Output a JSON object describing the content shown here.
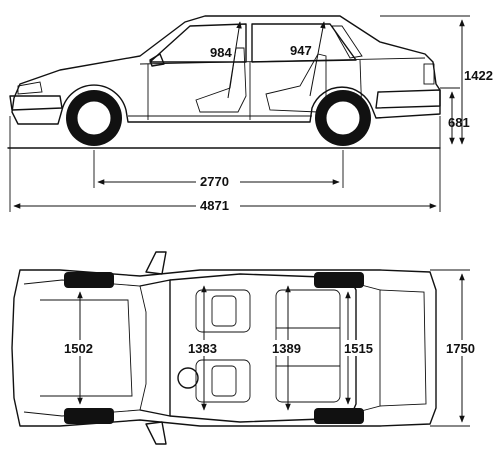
{
  "dimensions": {
    "front_headroom": "984",
    "rear_headroom": "947",
    "height": "1422",
    "ground_to_sill": "681",
    "wheelbase": "2770",
    "length": "4871",
    "front_track": "1502",
    "front_shoulder": "1383",
    "rear_shoulder": "1389",
    "rear_track": "1515",
    "width": "1750"
  }
}
